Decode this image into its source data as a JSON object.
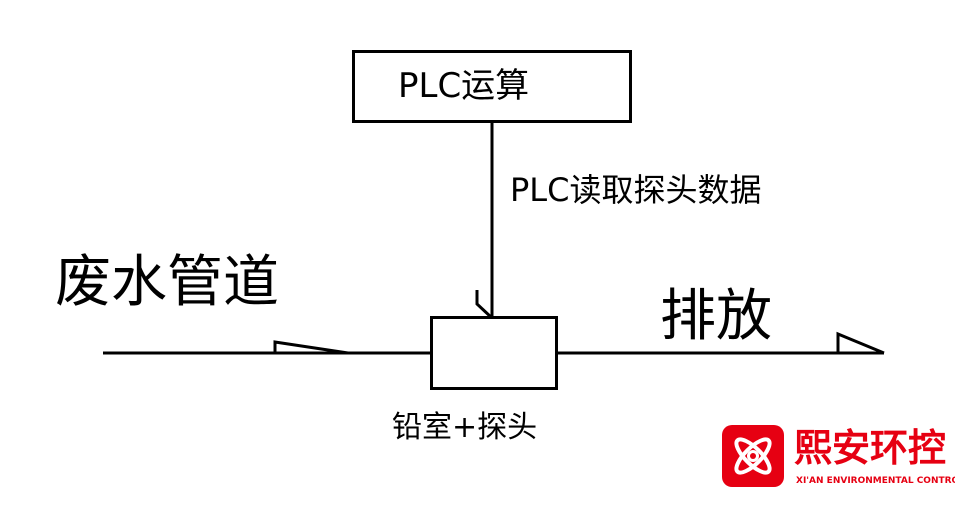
{
  "nodes": {
    "plc": {
      "label": "PLC运算"
    },
    "chamber": {
      "label": "铅室+探头"
    }
  },
  "edges": {
    "plc_to_chamber": {
      "label": "PLC读取探头数据"
    }
  },
  "pipe": {
    "inlet_label": "废水管道",
    "outlet_label": "排放"
  },
  "logo": {
    "name": "熙安环控",
    "subtitle": "XI'AN ENVIRONMENTAL CONTROL",
    "color": "#e60012"
  }
}
